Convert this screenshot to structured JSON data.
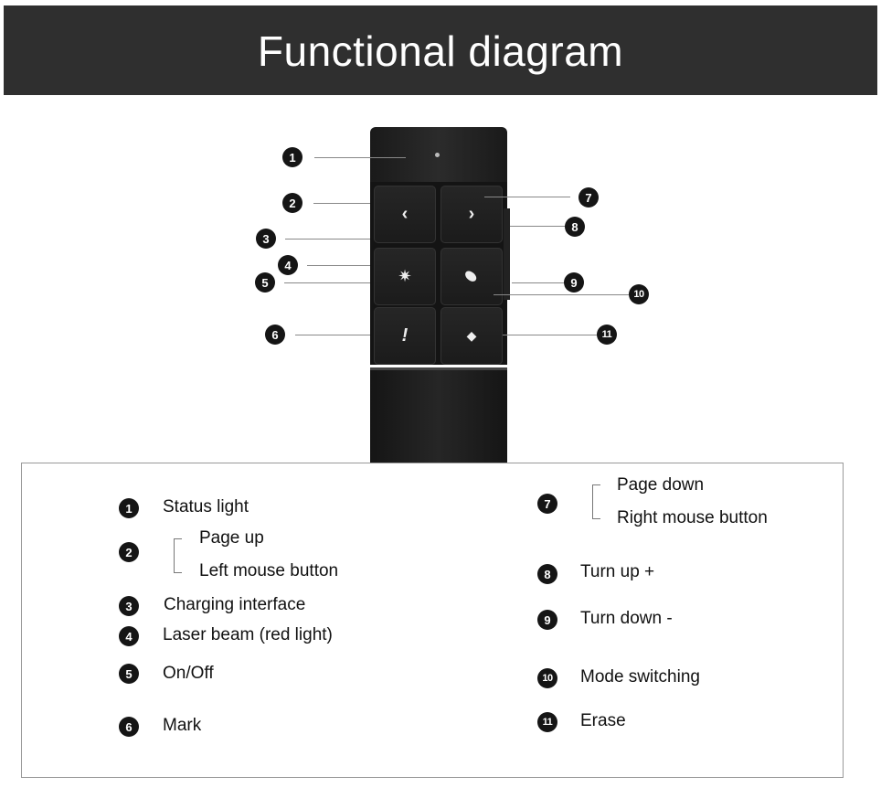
{
  "title": "Functional diagram",
  "device": {
    "keys": [
      {
        "id": "page-up",
        "glyph": "‹"
      },
      {
        "id": "page-down",
        "glyph": "›"
      },
      {
        "id": "laser",
        "glyph": "✷"
      },
      {
        "id": "mode",
        "glyph": "⬮"
      },
      {
        "id": "mark",
        "glyph": "!"
      },
      {
        "id": "erase",
        "glyph": "◆"
      }
    ]
  },
  "callouts": [
    "1",
    "2",
    "3",
    "4",
    "5",
    "6",
    "7",
    "8",
    "9",
    "10",
    "11"
  ],
  "legend": {
    "items": [
      {
        "num": "1",
        "label": "Status light"
      },
      {
        "num": "2",
        "label_a": "Page up",
        "label_b": "Left mouse button"
      },
      {
        "num": "3",
        "label": "Charging interface"
      },
      {
        "num": "4",
        "label": "Laser beam (red light)"
      },
      {
        "num": "5",
        "label": "On/Off"
      },
      {
        "num": "6",
        "label": "Mark"
      },
      {
        "num": "7",
        "label_a": "Page down",
        "label_b": "Right mouse button"
      },
      {
        "num": "8",
        "label": "Turn up +"
      },
      {
        "num": "9",
        "label": "Turn down -"
      },
      {
        "num": "10",
        "label": "Mode switching"
      },
      {
        "num": "11",
        "label": "Erase"
      }
    ]
  }
}
